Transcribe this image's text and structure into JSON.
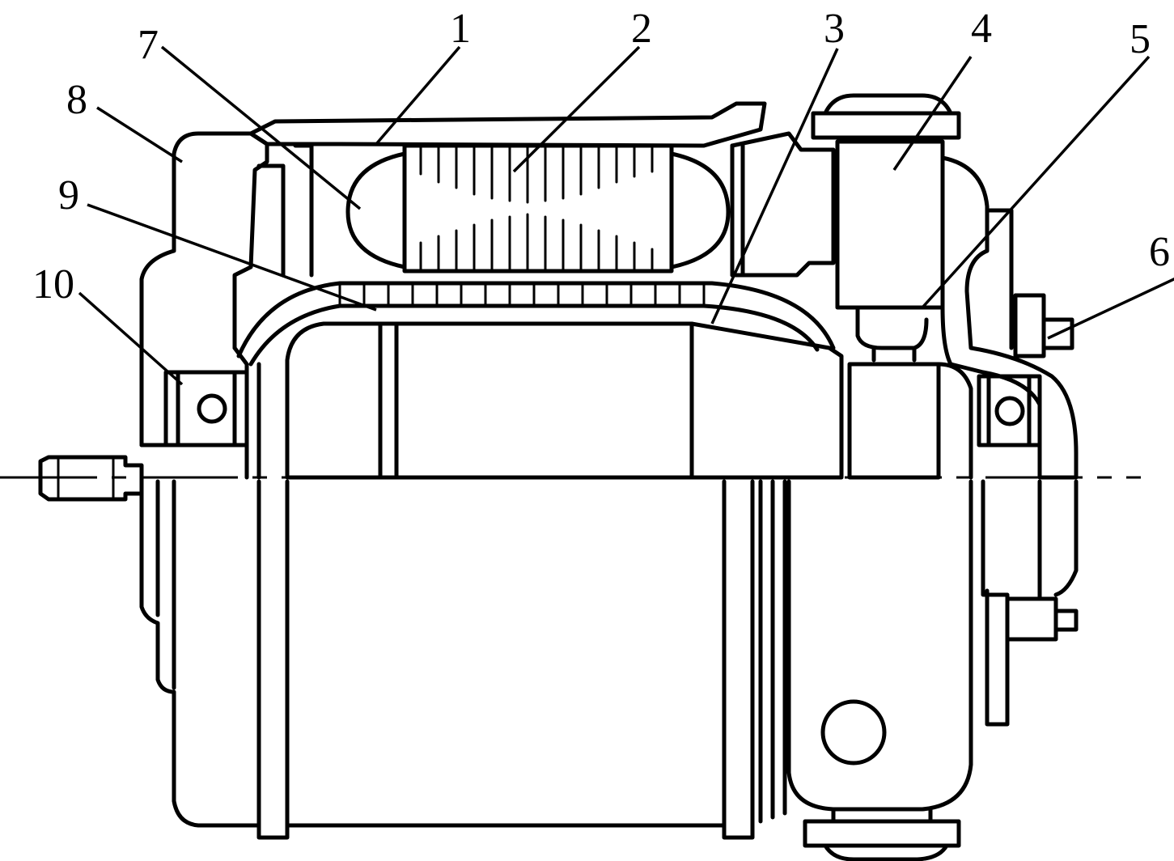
{
  "figure": {
    "labels": [
      {
        "id": "1",
        "text": "1"
      },
      {
        "id": "2",
        "text": "2"
      },
      {
        "id": "3",
        "text": "3"
      },
      {
        "id": "4",
        "text": "4"
      },
      {
        "id": "5",
        "text": "5"
      },
      {
        "id": "6",
        "text": "6"
      },
      {
        "id": "7",
        "text": "7"
      },
      {
        "id": "8",
        "text": "8"
      },
      {
        "id": "9",
        "text": "9"
      },
      {
        "id": "10",
        "text": "10"
      }
    ]
  },
  "colors": {
    "ink": "#000000",
    "paper": "#ffffff"
  }
}
